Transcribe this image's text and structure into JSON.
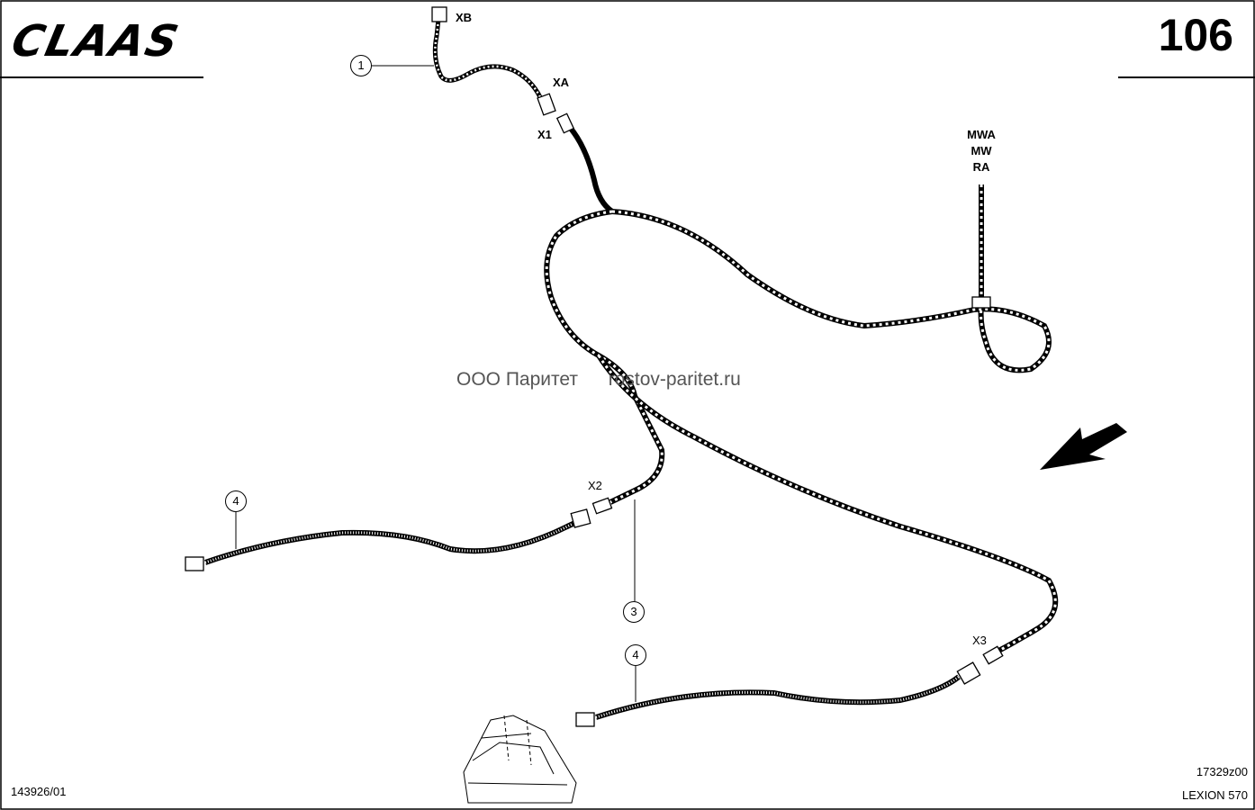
{
  "header": {
    "brand": "CLAAS",
    "page_number": "106"
  },
  "connectors": {
    "xb": "XB",
    "xa": "XA",
    "x1": "X1",
    "x2": "X2",
    "x3": "X3"
  },
  "variants": [
    "MWA",
    "MW",
    "RA"
  ],
  "callouts": {
    "c1": "1",
    "c3": "3",
    "c4a": "4",
    "c4b": "4"
  },
  "watermark": {
    "left": "ООО Паритет",
    "right": "rostov-paritet.ru"
  },
  "footer": {
    "doc_number": "143926/01",
    "drawing_code": "17329z00",
    "model": "LEXION 570"
  }
}
